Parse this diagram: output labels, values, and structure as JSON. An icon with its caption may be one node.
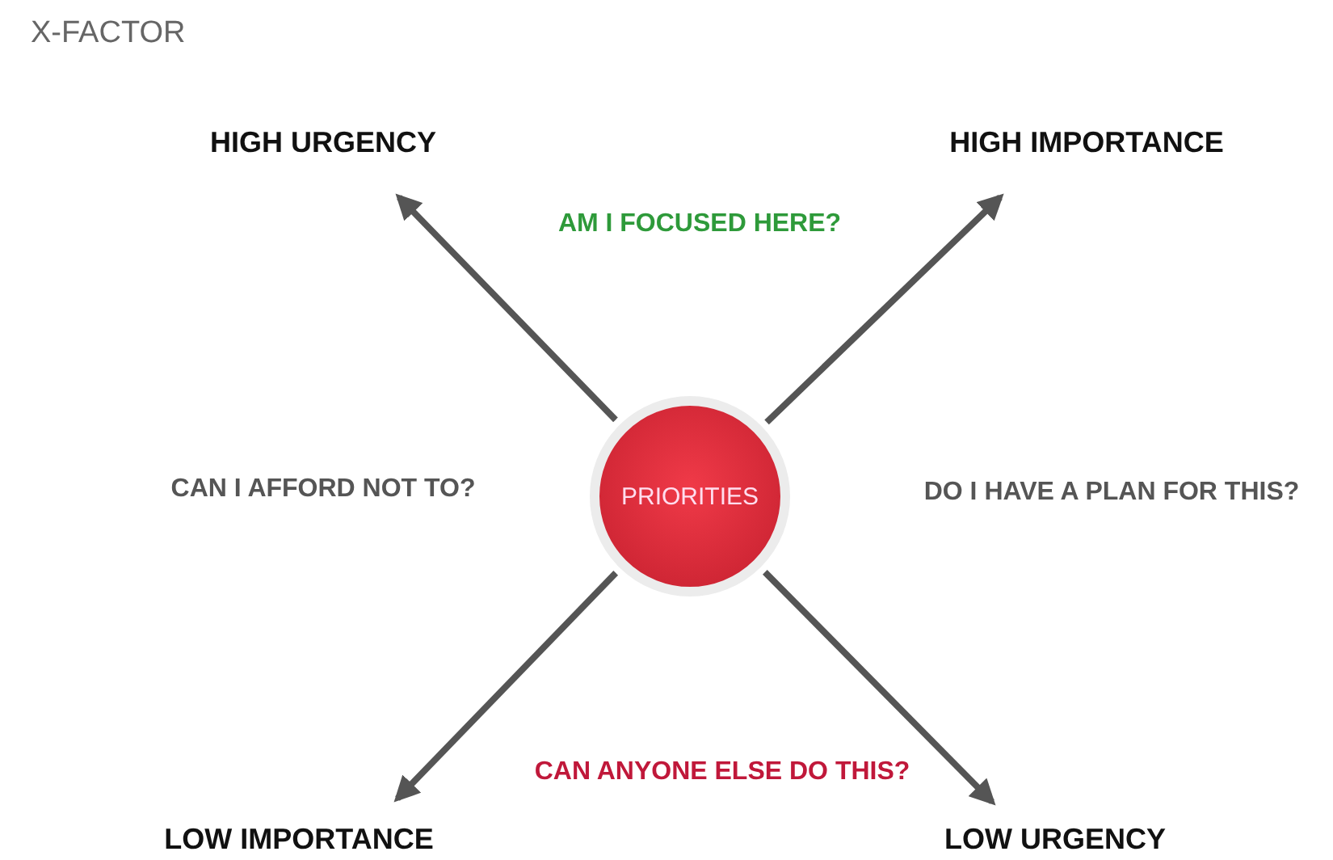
{
  "diagram": {
    "title": "X-FACTOR",
    "nodes": [
      {
        "text": [
          "PRIORITIES"
        ]
      },
      {
        "text": [
          "HIGH URGENCY"
        ]
      },
      {
        "text": [
          "HIGH IMPORTANCE"
        ]
      },
      {
        "text": [
          "LOW IMPORTANCE"
        ]
      },
      {
        "text": [
          "LOW URGENCY"
        ]
      }
    ],
    "edges": [
      {
        "from": 0,
        "to": 1,
        "arrow": "to"
      },
      {
        "from": 0,
        "to": 2,
        "arrow": "to"
      },
      {
        "from": 0,
        "to": 3,
        "arrow": "to"
      },
      {
        "from": 0,
        "to": 4,
        "arrow": "to"
      }
    ],
    "labels": [
      "AM I FOCUSED HERE?",
      "CAN I AFFORD NOT TO?",
      "DO I HAVE A PLAN FOR THIS?",
      "CAN ANYONE ELSE DO THIS?"
    ]
  }
}
